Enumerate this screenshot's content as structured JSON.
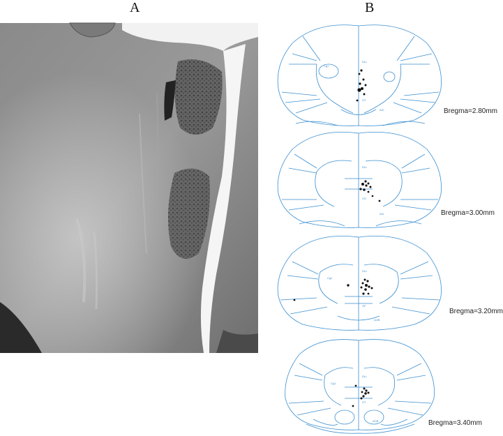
{
  "panels": {
    "a": {
      "label": "A"
    },
    "b": {
      "label": "B"
    }
  },
  "sections": [
    {
      "bregma": "Bregma=2.80mm"
    },
    {
      "bregma": "Bregma=3.00mm"
    },
    {
      "bregma": "Bregma=3.20mm"
    },
    {
      "bregma": "Bregma=3.40mm"
    }
  ],
  "colors": {
    "atlas_line": "#3b8fd0",
    "marker": "#111111"
  }
}
